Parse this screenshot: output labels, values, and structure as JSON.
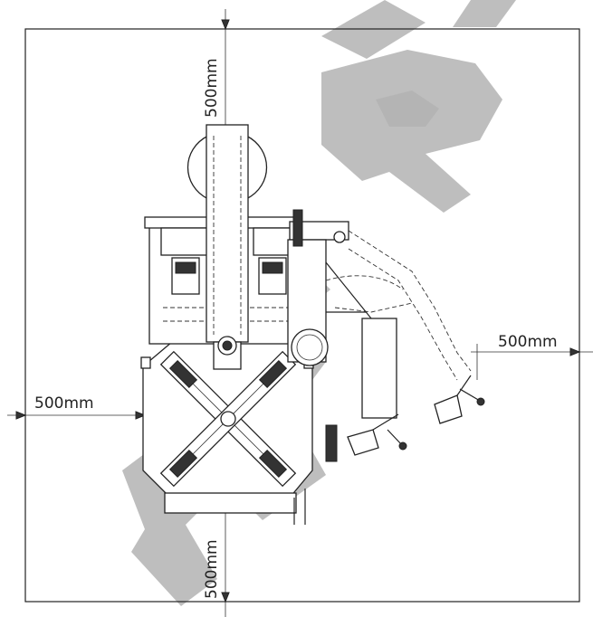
{
  "dimensions": {
    "top": "500mm",
    "left": "500mm",
    "right": "500mm",
    "bottom": "500mm"
  },
  "colors": {
    "line": "#222222",
    "watermark": "#b3b3b3",
    "background": "#ffffff"
  }
}
